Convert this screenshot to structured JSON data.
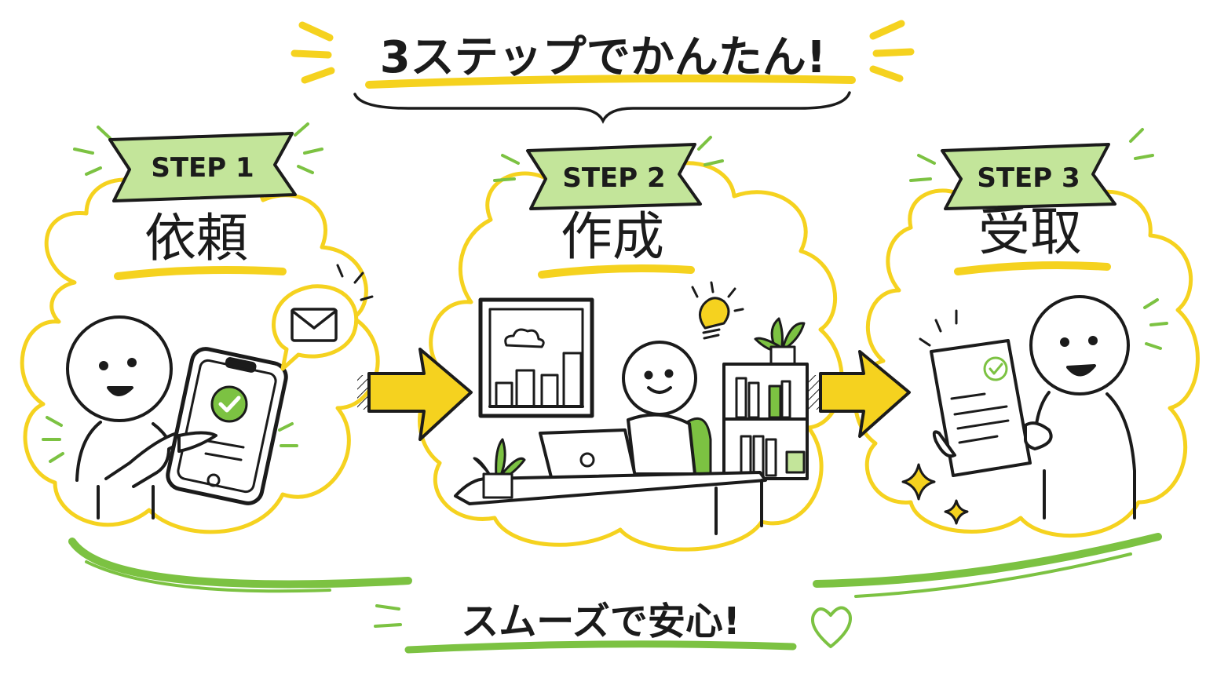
{
  "title": "3ステップでかんたん!",
  "steps": [
    {
      "badge": "STEP 1",
      "label": "依頼"
    },
    {
      "badge": "STEP 2",
      "label": "作成"
    },
    {
      "badge": "STEP 3",
      "label": "受取"
    }
  ],
  "footer": "スムーズで安心!",
  "colors": {
    "yellow": "#f5d21f",
    "green": "#7cc242",
    "light_green": "#c3e59a",
    "ink": "#1b1b1b"
  },
  "icons": [
    "envelope-icon",
    "check-icon",
    "lightbulb-icon",
    "sparkle-icon",
    "heart-icon",
    "cloud-icon"
  ]
}
